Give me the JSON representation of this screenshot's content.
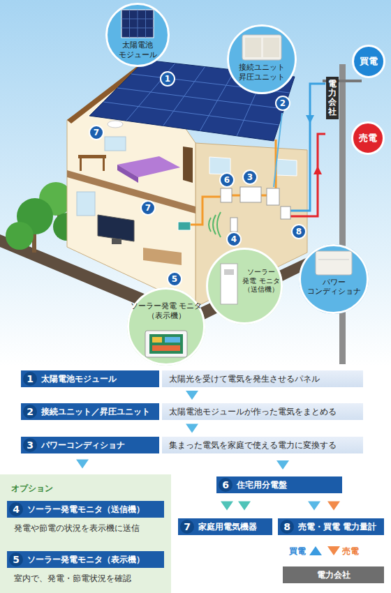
{
  "diagram": {
    "nodes": [
      {
        "text": [
          "太陽電池 モジュール"
        ]
      },
      {
        "text": [
          "接続ユニット 昇圧ユニット"
        ]
      },
      {
        "text": [
          "買電"
        ]
      },
      {
        "text": [
          "電力会社"
        ]
      },
      {
        "text": [
          "売電"
        ]
      },
      {
        "text": [
          "パワー コンディショナ"
        ]
      },
      {
        "text": [
          "ソーラー 発電 モニタ （送信機）"
        ]
      },
      {
        "text": [
          "ソーラー発電 モニタ（表示機）"
        ]
      },
      {
        "text": [
          "1",
          "太陽電池モジュール"
        ]
      },
      {
        "text": [
          "太陽光を受けて電気を発生させるパネル"
        ]
      },
      {
        "text": [
          "2",
          "接続ユニット／昇圧ユニット"
        ]
      },
      {
        "text": [
          "太陽電池モジュールが作った電気をまとめる"
        ]
      },
      {
        "text": [
          "3",
          "パワーコンディショナ"
        ]
      },
      {
        "text": [
          "集まった電気を家庭で使える電力に変換する"
        ]
      },
      {
        "text": [
          "オプション"
        ]
      },
      {
        "text": [
          "4",
          "ソーラー発電モニタ（送信機）",
          "発電や節電の状況を表示機に送信"
        ],
        "in": 14
      },
      {
        "text": [
          "5",
          "ソーラー発電モニタ（表示機）",
          "室内で、発電・節電状況を確認"
        ],
        "in": 14
      },
      {
        "text": [
          "6",
          "住宅用分電盤"
        ]
      },
      {
        "text": [
          "7",
          "家庭用電気機器"
        ]
      },
      {
        "text": [
          "8",
          "売電・買電 電力量計"
        ]
      },
      {
        "text": [
          "電力会社"
        ]
      }
    ],
    "edges": [
      {
        "from": 9,
        "to": 11,
        "arrow": "to"
      },
      {
        "from": 11,
        "to": 13,
        "arrow": "to"
      },
      {
        "from": 12,
        "to": 14,
        "arrow": "to"
      },
      {
        "from": 13,
        "to": 17,
        "arrow": "to"
      },
      {
        "from": 15,
        "to": 16,
        "arrow": "to"
      },
      {
        "from": 17,
        "to": 18,
        "arrow": "to"
      },
      {
        "from": 17,
        "to": 18,
        "arrow": "to"
      },
      {
        "from": 17,
        "to": 19,
        "arrow": "to"
      },
      {
        "from": 17,
        "to": 19,
        "arrow": "to"
      },
      {
        "from": 20,
        "to": 19,
        "label": "買電",
        "arrow": "to"
      },
      {
        "from": 19,
        "to": 20,
        "label": "売電",
        "arrow": "to"
      }
    ],
    "labels": [
      "1",
      "2",
      "7",
      "6",
      "3",
      "7",
      "8",
      "4",
      "5"
    ]
  }
}
